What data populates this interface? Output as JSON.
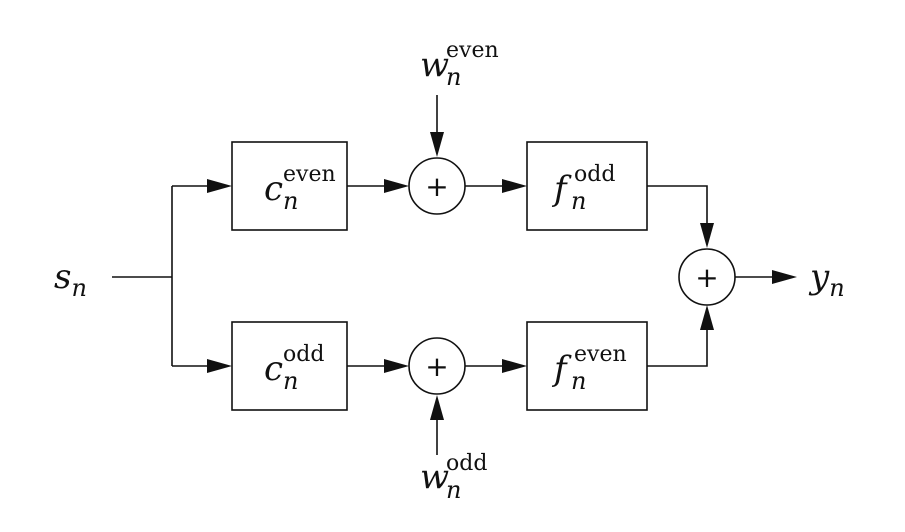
{
  "input": {
    "base": "s",
    "sub": "n"
  },
  "output": {
    "base": "y",
    "sub": "n"
  },
  "blocks": {
    "c_even": {
      "base": "c",
      "sub": "n",
      "sup": "even"
    },
    "c_odd": {
      "base": "c",
      "sub": "n",
      "sup": "odd"
    },
    "f_odd": {
      "base": "f",
      "sub": "n",
      "sup": "odd"
    },
    "f_even": {
      "base": "f",
      "sub": "n",
      "sup": "even"
    }
  },
  "noise": {
    "even": {
      "base": "w",
      "sub": "n",
      "sup": "even"
    },
    "odd": {
      "base": "w",
      "sub": "n",
      "sup": "odd"
    }
  },
  "adder_symbol": "+"
}
